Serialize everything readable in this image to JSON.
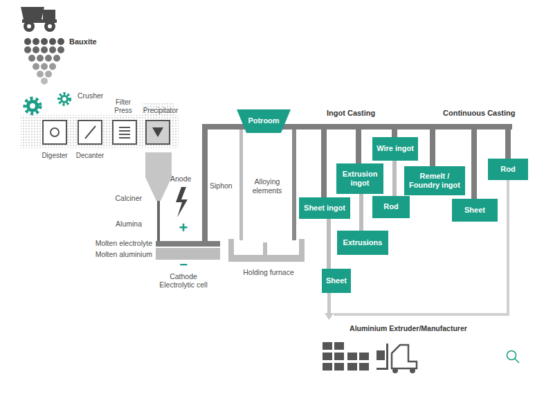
{
  "diagram": {
    "nodes": [
      {
        "text": [
          "Potroom"
        ]
      },
      {
        "text": [
          "Sheet ingot"
        ]
      },
      {
        "text": [
          "Extrusion ingot"
        ]
      },
      {
        "text": [
          "Wire ingot"
        ]
      },
      {
        "text": [
          "Remelt / Foundry ingot"
        ]
      },
      {
        "text": [
          "Rod"
        ]
      },
      {
        "text": [
          "Sheet"
        ]
      },
      {
        "text": [
          "Extrusions"
        ]
      },
      {
        "text": [
          "Rod"
        ]
      },
      {
        "text": [
          "Sheet"
        ]
      }
    ],
    "edges": [
      {
        "from": 0,
        "to": 1,
        "arrow": "none"
      },
      {
        "from": 0,
        "to": 2,
        "arrow": "none"
      },
      {
        "from": 0,
        "to": 3,
        "arrow": "none"
      },
      {
        "from": 0,
        "to": 4,
        "arrow": "none"
      },
      {
        "from": 0,
        "to": 5,
        "arrow": "none"
      },
      {
        "from": 0,
        "to": 6,
        "arrow": "none"
      },
      {
        "from": 1,
        "to": 9,
        "arrow": "none"
      },
      {
        "from": 2,
        "to": 7,
        "arrow": "none"
      },
      {
        "from": 3,
        "to": 8,
        "arrow": "none"
      }
    ],
    "labels": [
      "Bauxite",
      "Crusher",
      "Precipitator",
      "Digester",
      "Decanter",
      "Filter Press",
      "Calciner",
      "Anode",
      "Alumina",
      "+",
      "Siphon",
      "Alloying elements",
      "Molten electrolyte",
      "Molten aluminium",
      "−",
      "Cathode",
      "Electrolytic cell",
      "Holding furnace",
      "Ingot Casting",
      "Continuous Casting",
      "Aluminium Extruder/Manufacturer"
    ]
  }
}
